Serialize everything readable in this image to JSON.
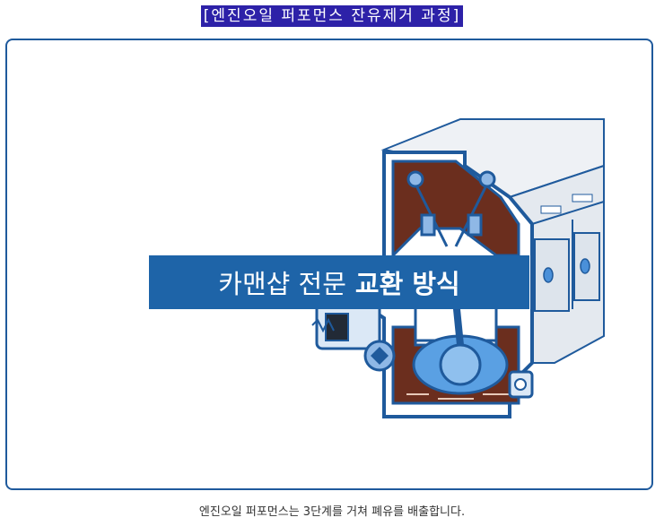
{
  "header": {
    "title": "[엔진오일 퍼포먼스 잔유제거 과정]"
  },
  "video": {
    "banner_regular": "카맨샵 전문",
    "banner_bold": "교환 방식"
  },
  "caption": "엔진오일 퍼포먼스는 3단계를 거쳐 폐유를 배출합니다.",
  "colors": {
    "title_bg": "#2d21a8",
    "frame_border": "#1f5a9c",
    "banner_bg": "#1e64a8",
    "oil": "#6b2e1e",
    "engine_blue": "#4a90d9"
  },
  "icons": [
    "engine-illustration"
  ]
}
